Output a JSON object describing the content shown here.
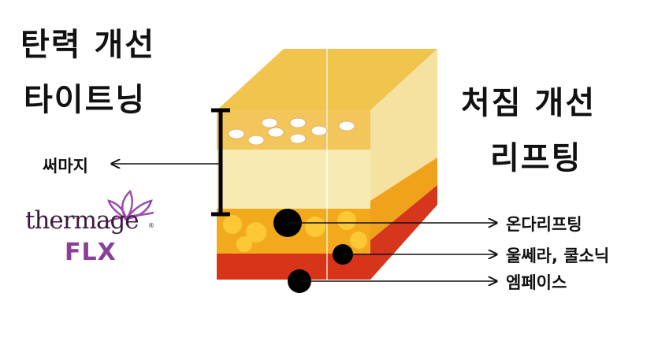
{
  "left_heading": {
    "line1": "탄력 개선",
    "line2": "타이트닝"
  },
  "right_heading": {
    "line1": "처짐 개선",
    "line2": "리프팅"
  },
  "labels": {
    "thermage": "써마지",
    "ondalifting": "온다리프팅",
    "ulthera": "울쎄라, 쿨소닉",
    "empace": "엠페이스"
  },
  "logo": {
    "word": "thermage",
    "sub": "FLX",
    "mark": "®"
  },
  "colors": {
    "epidermis": "#f3c24a",
    "dermis": "#f7e7a8",
    "fat": "#f2a81a",
    "muscle": "#d8341a",
    "logo_purple": "#8a3f98",
    "marker": "#000000"
  }
}
